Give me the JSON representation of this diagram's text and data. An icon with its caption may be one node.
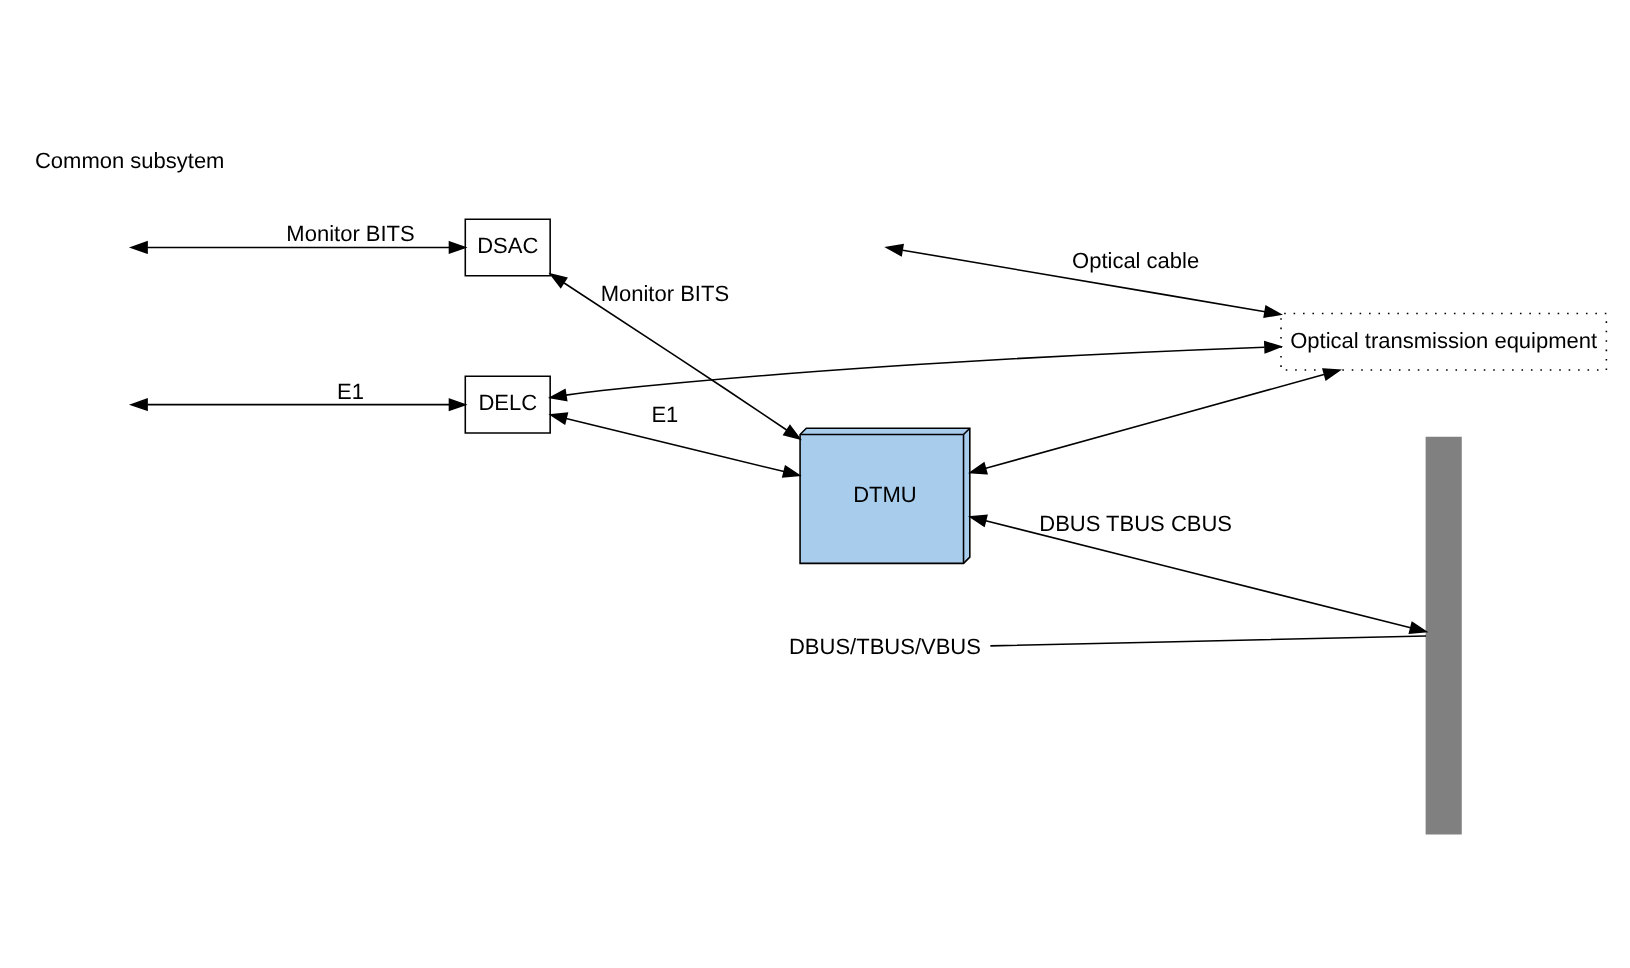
{
  "diagram": {
    "nodes": [
      {
        "text": [
          "DSAC"
        ]
      },
      {
        "text": [
          "DELC"
        ]
      },
      {
        "text": [
          "DTMU"
        ]
      },
      {
        "text": [
          "Optical transmission equipment"
        ]
      },
      {
        "text": [],
        "shape": "bar"
      },
      {
        "text": [
          "DBUS/TBUS/VBUS"
        ]
      }
    ],
    "edges": [
      {
        "from": null,
        "to": 0,
        "arrow": "both",
        "label": "Monitor BITS"
      },
      {
        "from": 0,
        "to": 2,
        "arrow": "both",
        "label": "Monitor BITS"
      },
      {
        "from": null,
        "to": 1,
        "arrow": "both",
        "label": "E1"
      },
      {
        "from": 1,
        "to": 2,
        "arrow": "both",
        "label": "E1"
      },
      {
        "from": 1,
        "to": 3,
        "arrow": "both"
      },
      {
        "from": 2,
        "to": 3,
        "arrow": "both"
      },
      {
        "from": null,
        "to": 3,
        "arrow": "both",
        "label": "Optical cable"
      },
      {
        "from": 2,
        "to": 4,
        "arrow": "both",
        "label": "DBUS TBUS CBUS"
      },
      {
        "from": 5,
        "to": 4,
        "arrow": "none"
      }
    ],
    "labels": [
      "Common subsytem"
    ]
  }
}
